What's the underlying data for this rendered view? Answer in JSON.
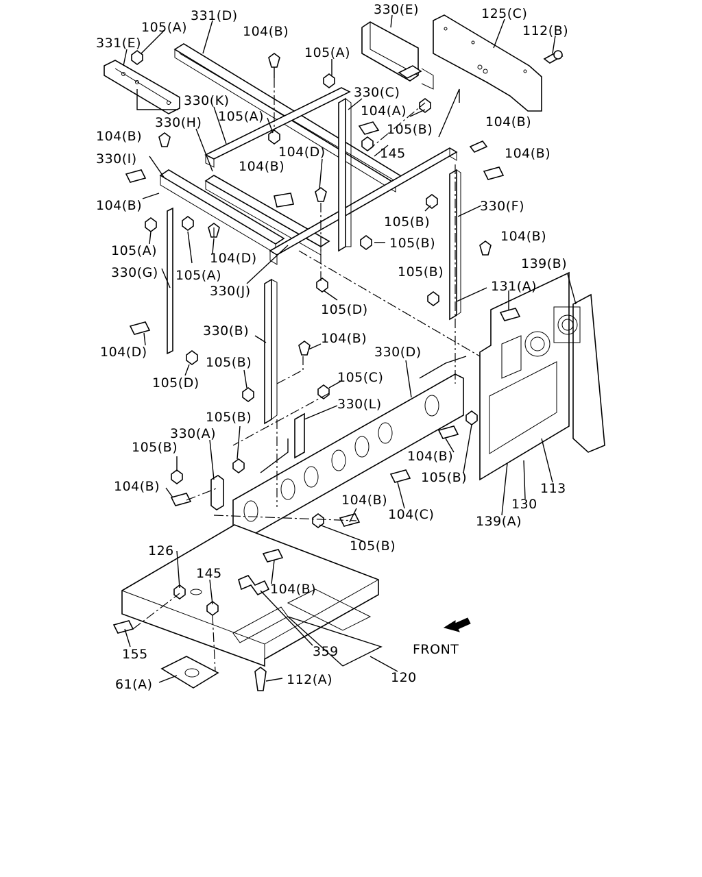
{
  "labels": {
    "l331D": "331(D)",
    "l331E": "331(E)",
    "l330E": "330(E)",
    "l125C": "125(C)",
    "l112B": "112(B)",
    "l105A_1": "105(A)",
    "l104B_1": "104(B)",
    "l105A_2": "105(A)",
    "l330K": "330(K)",
    "l330C": "330(C)",
    "l104A": "104(A)",
    "l105A_3": "105(A)",
    "l105B_1": "105(B)",
    "l330H": "330(H)",
    "l104B_2": "104(B)",
    "l145_1": "145",
    "l104B_3": "104(B)",
    "l104B_4": "104(B)",
    "l330I": "330(I)",
    "l104D_1": "104(D)",
    "l104B_5": "104(B)",
    "l104B_6": "104(B)",
    "l330F": "330(F)",
    "l105B_2": "105(B)",
    "l105A_4": "105(A)",
    "l105B_3": "105(B)",
    "l104D_2": "104(D)",
    "l104B_7": "104(B)",
    "l105A_5": "105(A)",
    "l139B": "139(B)",
    "l330G": "330(G)",
    "l105B_4": "105(B)",
    "l330J": "330(J)",
    "l131A": "131(A)",
    "l105D_1": "105(D)",
    "l330B": "330(B)",
    "l104B_8": "104(B)",
    "l104D_3": "104(D)",
    "l330D": "330(D)",
    "l105D_2": "105(D)",
    "l105B_5": "105(B)",
    "l105C": "105(C)",
    "l330L": "330(L)",
    "l105B_6": "105(B)",
    "l330A": "330(A)",
    "l105B_7": "105(B)",
    "l104B_9": "104(B)",
    "l104B_10": "104(B)",
    "l105B_8": "105(B)",
    "l104B_11": "104(B)",
    "l113": "113",
    "l130": "130",
    "l104C": "104(C)",
    "l139A": "139(A)",
    "l105B_9": "105(B)",
    "l126": "126",
    "l145_2": "145",
    "l104B_12": "104(B)",
    "l155": "155",
    "l359": "359",
    "l120": "120",
    "l61A": "61(A)",
    "l112A": "112(A)",
    "front": "FRONT"
  }
}
